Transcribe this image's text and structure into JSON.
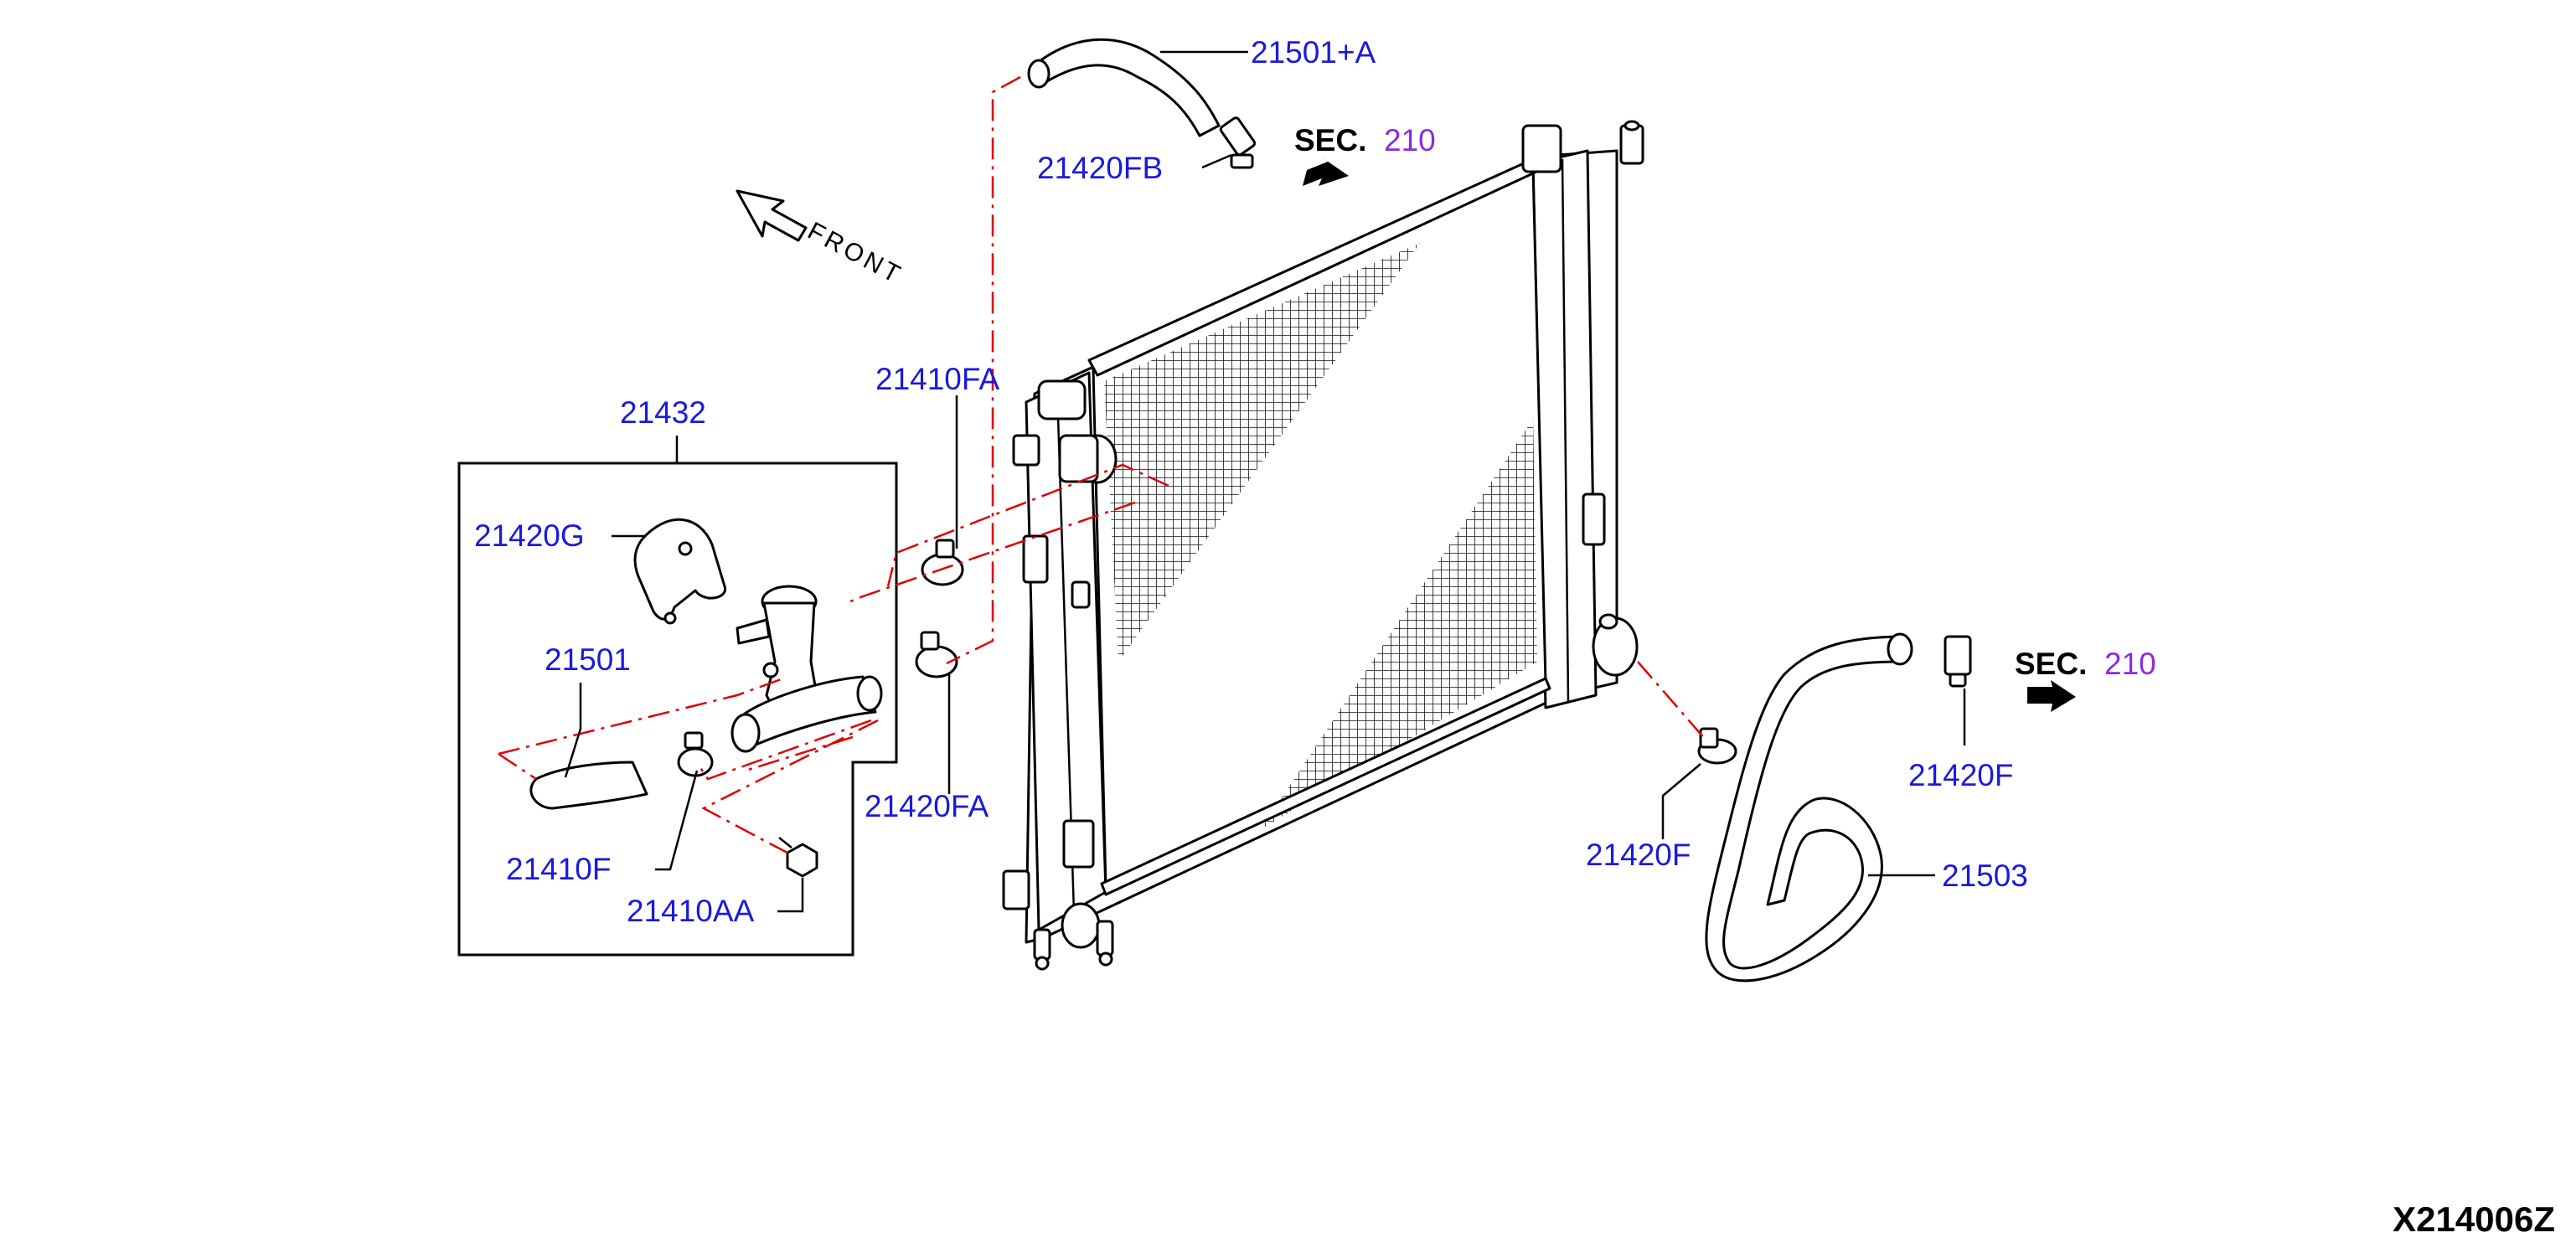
{
  "labels": {
    "l_21501A": "21501+A",
    "l_21420FB": "21420FB",
    "l_21410FA": "21410FA",
    "l_21432": "21432",
    "l_21420G": "21420G",
    "l_21501": "21501",
    "l_21410F": "21410F",
    "l_21410AA": "21410AA",
    "l_21420FA": "21420FA",
    "l_21420F_mid": "21420F",
    "l_21420F_right": "21420F",
    "l_21503": "21503"
  },
  "sec_refs": [
    {
      "prefix": "SEC.",
      "number": "210"
    },
    {
      "prefix": "SEC.",
      "number": "210"
    }
  ],
  "front_label": "FRONT",
  "diagram_code": "X214006Z",
  "colors": {
    "label": "#1a1adc",
    "sec_number": "#8a2be2",
    "phantom_line": "#e00000"
  },
  "icons": [
    "radiator",
    "upper-hose",
    "lower-hose",
    "hose-clamp",
    "water-outlet",
    "bracket",
    "bolt",
    "front-arrow",
    "direction-arrow"
  ]
}
